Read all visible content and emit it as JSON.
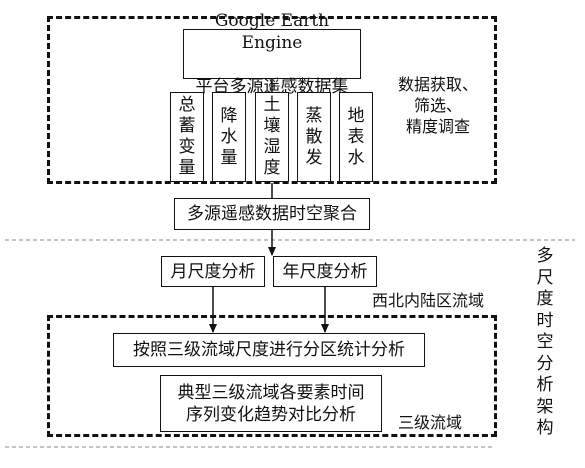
{
  "top_box": {
    "line1": "Google Earth Engine",
    "line2": "平台多源遥感数据集"
  },
  "variables": [
    "总蓄变量",
    "降水量",
    "土壤湿度",
    "蒸散发",
    "地表水"
  ],
  "acquire_label": "数据获取、\n筛选、\n精度调查",
  "aggregate_box": "多源遥感数据时空聚合",
  "month_box": "月尺度分析",
  "year_box": "年尺度分析",
  "region_label": "西北内陆区流域",
  "stat_box": "按照三级流域尺度进行分区统计分析",
  "trend_box": "典型三级流域各要素时间\n序列变化趋势对比分析",
  "basin_label": "三级流域",
  "side_label": "多尺度时空分析架构"
}
